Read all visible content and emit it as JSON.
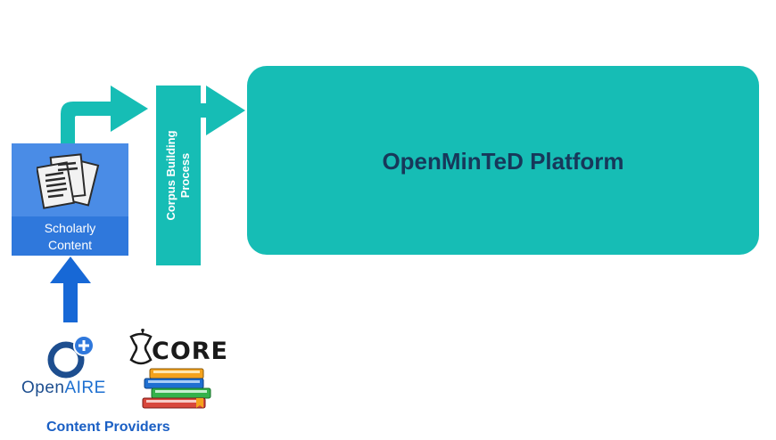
{
  "scholarly_content": {
    "line1": "Scholarly",
    "line2": "Content"
  },
  "corpus_building": {
    "line1": "Corpus Building",
    "line2": "Process"
  },
  "platform": {
    "title": "OpenMinTeD Platform"
  },
  "providers": {
    "openaire_open": "Open",
    "openaire_air": "AIRE",
    "core": "CORE",
    "label": "Content Providers"
  },
  "colors": {
    "teal": "#16bdb5",
    "blue": "#2f78dc",
    "platform_text": "#17385a",
    "provider_label": "#1a5fc4"
  },
  "icons": [
    "documents-icon",
    "turn-arrow-icon",
    "right-arrow-icon",
    "up-arrow-icon",
    "openaire-logo",
    "core-logo-icon",
    "books-icon"
  ]
}
